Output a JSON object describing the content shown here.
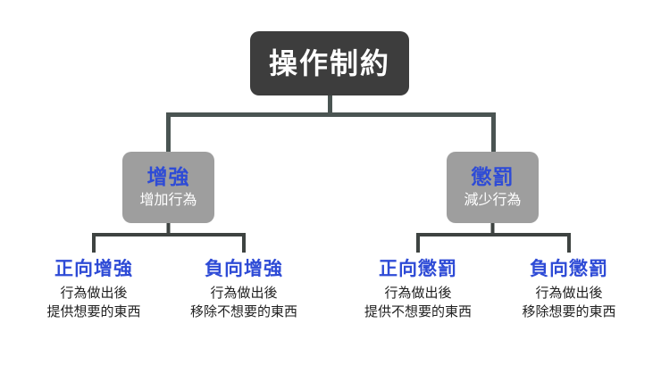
{
  "diagram": {
    "root": {
      "title": "操作制約"
    },
    "branches": [
      {
        "label": "增強",
        "sublabel": "增加行為"
      },
      {
        "label": "懲罰",
        "sublabel": "減少行為"
      }
    ],
    "leaves": [
      {
        "title": "正向增強",
        "line1": "行為做出後",
        "line2": "提供想要的東西"
      },
      {
        "title": "負向增強",
        "line1": "行為做出後",
        "line2": "移除不想要的東西"
      },
      {
        "title": "正向懲罰",
        "line1": "行為做出後",
        "line2": "提供不想要的東西"
      },
      {
        "title": "負向懲罰",
        "line1": "行為做出後",
        "line2": "移除想要的東西"
      }
    ],
    "colors": {
      "root_bg": "#3d3d3d",
      "branch_bg": "#9e9e9e",
      "accent_blue": "#2e4bd6",
      "line_upper": "#4a5452",
      "line_lower": "#3e4341"
    }
  }
}
